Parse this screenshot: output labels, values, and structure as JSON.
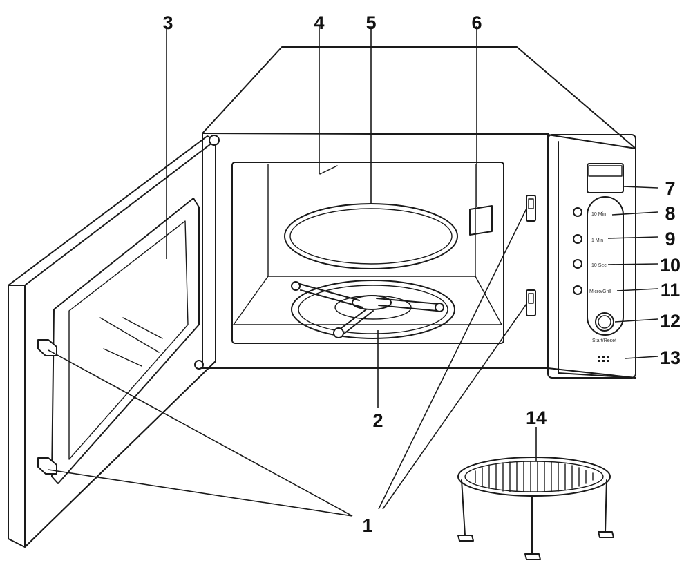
{
  "callouts": {
    "c1": "1",
    "c2": "2",
    "c3": "3",
    "c4": "4",
    "c5": "5",
    "c6": "6",
    "c7": "7",
    "c8": "8",
    "c9": "9",
    "c10": "10",
    "c11": "11",
    "c12": "12",
    "c13": "13",
    "c14": "14"
  },
  "panel": {
    "btn_10min": "10 Min",
    "btn_1min": "1 Min",
    "btn_10sec": "10 Sec",
    "btn_micro": "Micro/Grill",
    "btn_start": "Start/Reset"
  }
}
